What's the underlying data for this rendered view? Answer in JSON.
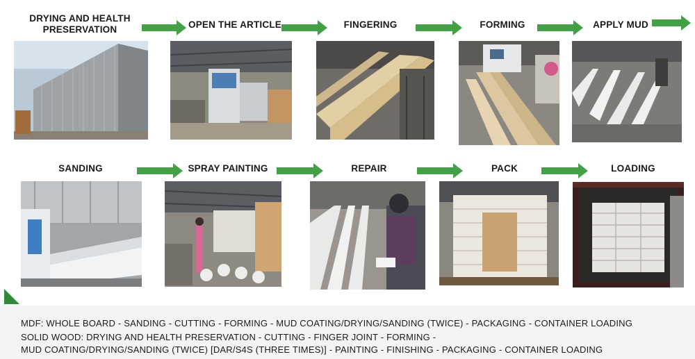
{
  "steps_row1": [
    {
      "label": "DRYING AND HEALTH\nPRESERVATION",
      "photo": "drying-kiln"
    },
    {
      "label": "OPEN THE ARTICLE",
      "photo": "cutting-workshop"
    },
    {
      "label": "FINGERING",
      "photo": "finger-joint-boards"
    },
    {
      "label": "FORMING",
      "photo": "forming-machine"
    },
    {
      "label": "APPLY MUD",
      "photo": "mud-coating-line"
    }
  ],
  "steps_row2": [
    {
      "label": "SANDING",
      "photo": "sanding-machine"
    },
    {
      "label": "SPRAY PAINTING",
      "photo": "spray-painting-line"
    },
    {
      "label": "REPAIR",
      "photo": "worker-repair"
    },
    {
      "label": "PACK",
      "photo": "packed-pallets"
    },
    {
      "label": "LOADING",
      "photo": "container-loading"
    }
  ],
  "captions": {
    "mdf": "MDF: WHOLE BOARD - SANDING - CUTTING - FORMING - MUD COATING/DRYING/SANDING (TWICE) - PACKAGING - CONTAINER LOADING",
    "solid_wood_1": "SOLID WOOD: DRYING AND HEALTH PRESERVATION - CUTTING - FINGER JOINT - FORMING -",
    "solid_wood_2": "MUD COATING/DRYING/SANDING (TWICE) [DAR/S4S (THREE TIMES)] - PAINTING - FINISHING - PACKAGING - CONTAINER LOADING"
  },
  "colors": {
    "arrow": "#43a047",
    "corner": "#2f8a3a",
    "text": "#1a1a1a",
    "panel": "#ffffff",
    "background": "#f4f4f4"
  }
}
